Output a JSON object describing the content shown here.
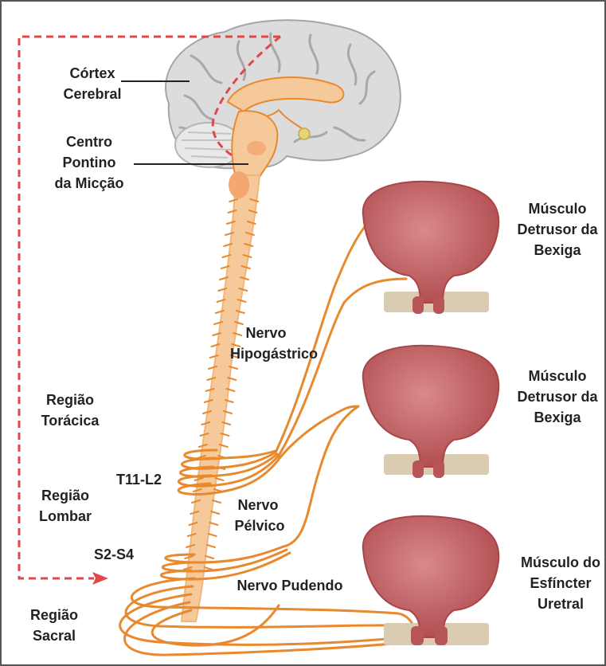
{
  "labels": {
    "cortex_line1": "Córtex",
    "cortex_line2": "Cerebral",
    "pontine_line1": "Centro",
    "pontine_line2": "Pontino",
    "pontine_line3": "da Micção",
    "hypogastric_line1": "Nervo",
    "hypogastric_line2": "Hipogástrico",
    "thoracic_line1": "Região",
    "thoracic_line2": "Torácica",
    "t11_l2": "T11-L2",
    "lumbar_line1": "Região",
    "lumbar_line2": "Lombar",
    "pelvic_line1": "Nervo",
    "pelvic_line2": "Pélvico",
    "s2_s4": "S2-S4",
    "pudendal": "Nervo Pudendo",
    "sacral_line1": "Região",
    "sacral_line2": "Sacral",
    "organ1_line1": "Músculo",
    "organ1_line2": "Detrusor da",
    "organ1_line3": "Bexiga",
    "organ2_line1": "Músculo",
    "organ2_line2": "Detrusor da",
    "organ2_line3": "Bexiga",
    "organ3_line1": "Músculo do",
    "organ3_line2": "Esfíncter",
    "organ3_line3": "Uretral"
  },
  "colors": {
    "nerve": "#e8892e",
    "spine": "#f6c99a",
    "bladder": "#b85558",
    "bladder_highlight": "#d98a8a",
    "pelvic_floor": "#d9ccb2",
    "brain": "#c8c8c8",
    "dashed_path": "#e0474a",
    "text": "#222222"
  }
}
